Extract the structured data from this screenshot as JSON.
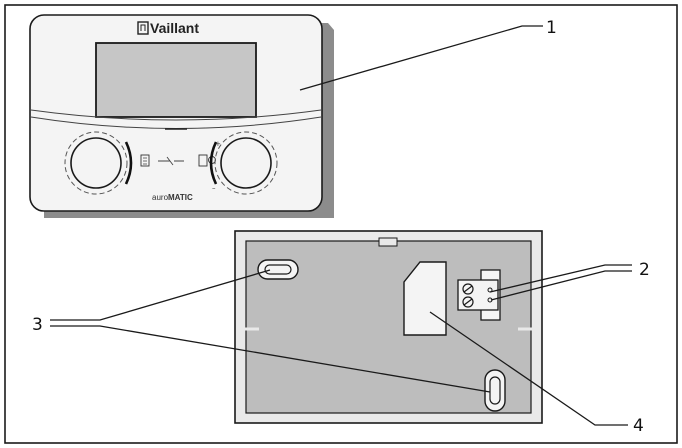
{
  "device": {
    "brand": "Vaillant",
    "model_prefix": "auro",
    "model_suffix": "MATIC"
  },
  "callouts": [
    "1",
    "2",
    "3",
    "4"
  ],
  "colors": {
    "outline": "#1a1a1a",
    "housing": "#f4f4f4",
    "shadow": "#8c8c8c",
    "display": "#c6c6c6",
    "backplate": "#bdbdbd",
    "backplate_frame": "#e9e9e9"
  }
}
